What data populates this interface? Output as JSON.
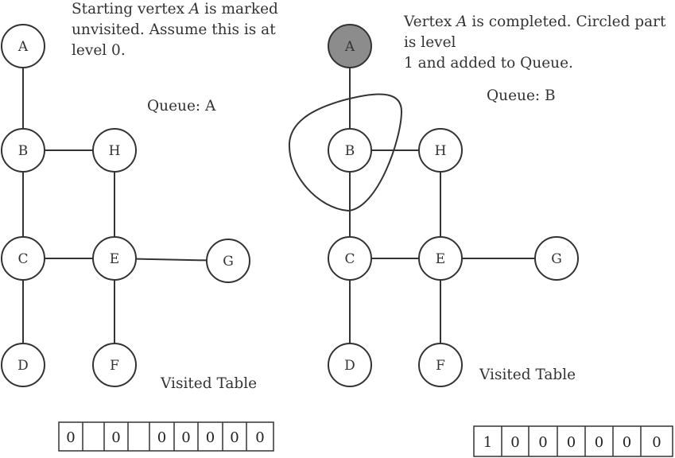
{
  "panels": [
    {
      "caption_line1_pre": "Starting vertex ",
      "caption_line1_var": "A",
      "caption_line1_post": " is marked",
      "caption_line2": "unvisited. Assume this is at",
      "caption_line3": "level 0.",
      "queue_label": "Queue: A",
      "visited_label": "Visited Table",
      "visited_values": [
        "0",
        "",
        "0",
        "",
        "0",
        "0",
        "0",
        "0",
        "0"
      ],
      "completed_nodes": []
    },
    {
      "caption_line1_pre": "Vertex ",
      "caption_line1_var": "A",
      "caption_line1_post": " is completed. Circled part is level",
      "caption_line2": "1 and added to Queue.",
      "caption_line3": "",
      "queue_label": "Queue: B",
      "visited_label": "Visited Table",
      "visited_values": [
        "1",
        "0",
        "0",
        "0",
        "0",
        "0",
        "0"
      ],
      "completed_nodes": [
        "A"
      ]
    }
  ],
  "graph": {
    "nodes": [
      "A",
      "B",
      "H",
      "C",
      "E",
      "G",
      "D",
      "F"
    ],
    "edges": [
      [
        "A",
        "B"
      ],
      [
        "B",
        "H"
      ],
      [
        "B",
        "C"
      ],
      [
        "H",
        "E"
      ],
      [
        "C",
        "E"
      ],
      [
        "E",
        "G"
      ],
      [
        "C",
        "D"
      ],
      [
        "E",
        "F"
      ]
    ]
  },
  "colors": {
    "completed_fill": "#8c8c8c",
    "node_fill": "#ffffff",
    "stroke": "#333333"
  }
}
